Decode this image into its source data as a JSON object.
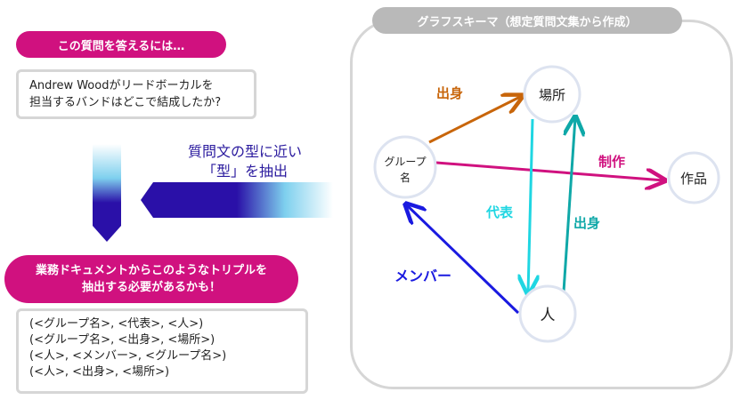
{
  "question": {
    "pill": "この質問を答えるには…",
    "line1": "Andrew Woodがリードボーカルを",
    "line2": "担当するバンドはどこで結成したか?"
  },
  "extract": {
    "line1": "質問文の型に近い",
    "line2": "「型」を抽出"
  },
  "document": {
    "line1": "業務ドキュメントからこのようなトリプルを",
    "line2": "抽出する必要があるかも！"
  },
  "triples": [
    "(<グループ名>, <代表>, <人>)",
    "(<グループ名>, <出身>, <場所>)",
    "(<人>, <メンバー>, <グループ名>)",
    "(<人>, <出身>, <場所>)"
  ],
  "schema": {
    "title": "グラフスキーマ（想定質問文集から作成）",
    "nodes": {
      "group_line1": "グループ",
      "group_line2": "名",
      "place": "場所",
      "work": "作品",
      "person": "人"
    },
    "edges": {
      "group_place": "出身",
      "group_work": "制作",
      "group_person": "代表",
      "person_place": "出身",
      "person_group": "メンバー"
    }
  },
  "colors": {
    "accent_pink": "#d0117f",
    "edge_orange": "#c8650a",
    "edge_magenta": "#d0117f",
    "edge_cyan": "#1fd6e2",
    "edge_teal": "#0fa8a8",
    "edge_blue": "#1a1ae0",
    "extract_text": "#2a1a9e"
  }
}
